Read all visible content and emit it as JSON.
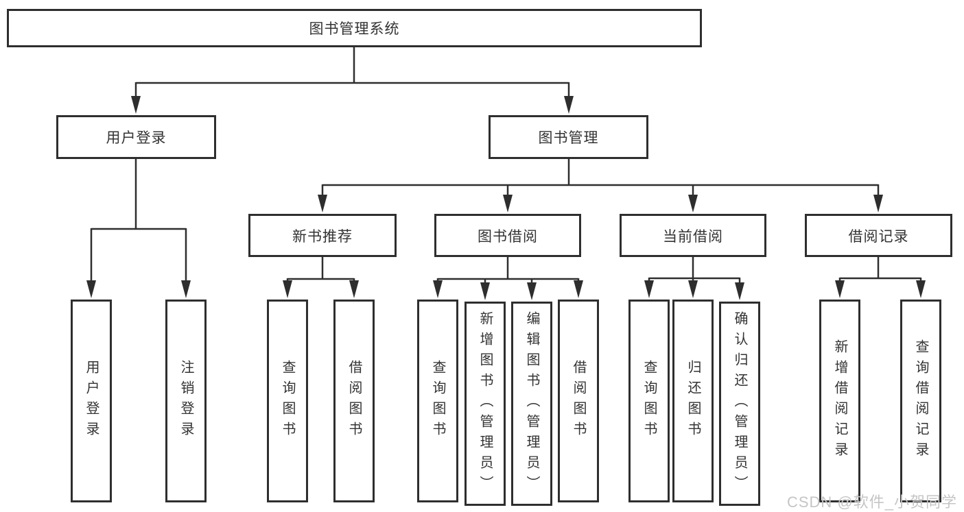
{
  "tree": {
    "root": "图书管理系统",
    "l2": [
      "用户登录",
      "图书管理"
    ],
    "l3": [
      "新书推荐",
      "图书借阅",
      "当前借阅",
      "借阅记录"
    ],
    "leaves": {
      "login": [
        "用户登录",
        "注销登录"
      ],
      "newbook": [
        "查询图书",
        "借阅图书"
      ],
      "borrow": [
        "查询图书",
        "新增图书（管理员）",
        "编辑图书（管理员）",
        "借阅图书"
      ],
      "current": [
        "查询图书",
        "归还图书",
        "确认归还（管理员）"
      ],
      "records": [
        "新增借阅记录",
        "查询借阅记录"
      ]
    }
  },
  "watermark": "CSDN @软件_小贺同学",
  "colors": {
    "line": "#2e2e2e",
    "box_border": "#2e2e2e",
    "text": "#333333",
    "watermark": "#c5c5c5",
    "background": "#ffffff"
  }
}
